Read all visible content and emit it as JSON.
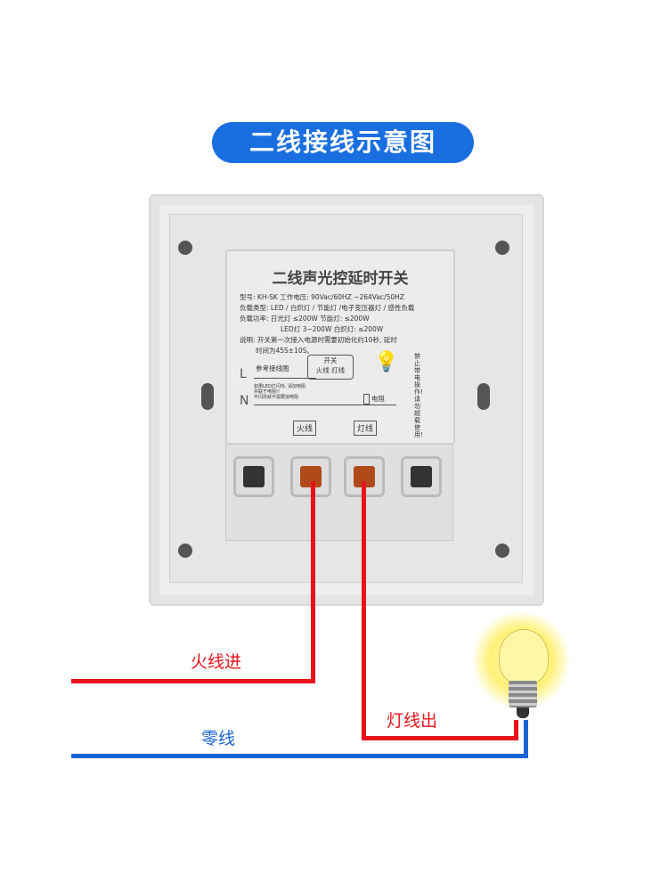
{
  "title": "二线接线示意图",
  "module": {
    "heading": "二线声光控延时开关",
    "lines": [
      "型号: KH-SK    工作电压: 90Vac/60HZ ~264Vac/50HZ",
      "负载类型: LED / 白炽灯 / 节能灯 /电子变压器灯 / 感性负载",
      "负载功率:  日光灯 ≤200W    节能灯: ≤200W",
      "LED灯   3~200W    白炽灯: ≤200W",
      "说明: 开关第一次接入电源时需要初始化约10秒, 延时",
      "时间为45S±10S。"
    ],
    "ref_label": "参考接线图",
    "switch_label": "开关",
    "switch_terms": "火线  灯线",
    "L": "L",
    "N": "N",
    "resistor": "电阻",
    "note": [
      "如果LED灯闪烁, 请加电阻",
      "并联于电阻!!",
      "不闪烁就不需要加电阻"
    ],
    "warning": "禁止带电操作! 请勿超载使用!",
    "term_live": "火线",
    "term_lamp": "灯线"
  },
  "labels": {
    "live_in": "火线进",
    "neutral": "零线",
    "lamp_out": "灯线出"
  },
  "colors": {
    "live": "#e8141c",
    "neutral": "#1a63d6",
    "accent": "#1a6fe0"
  }
}
